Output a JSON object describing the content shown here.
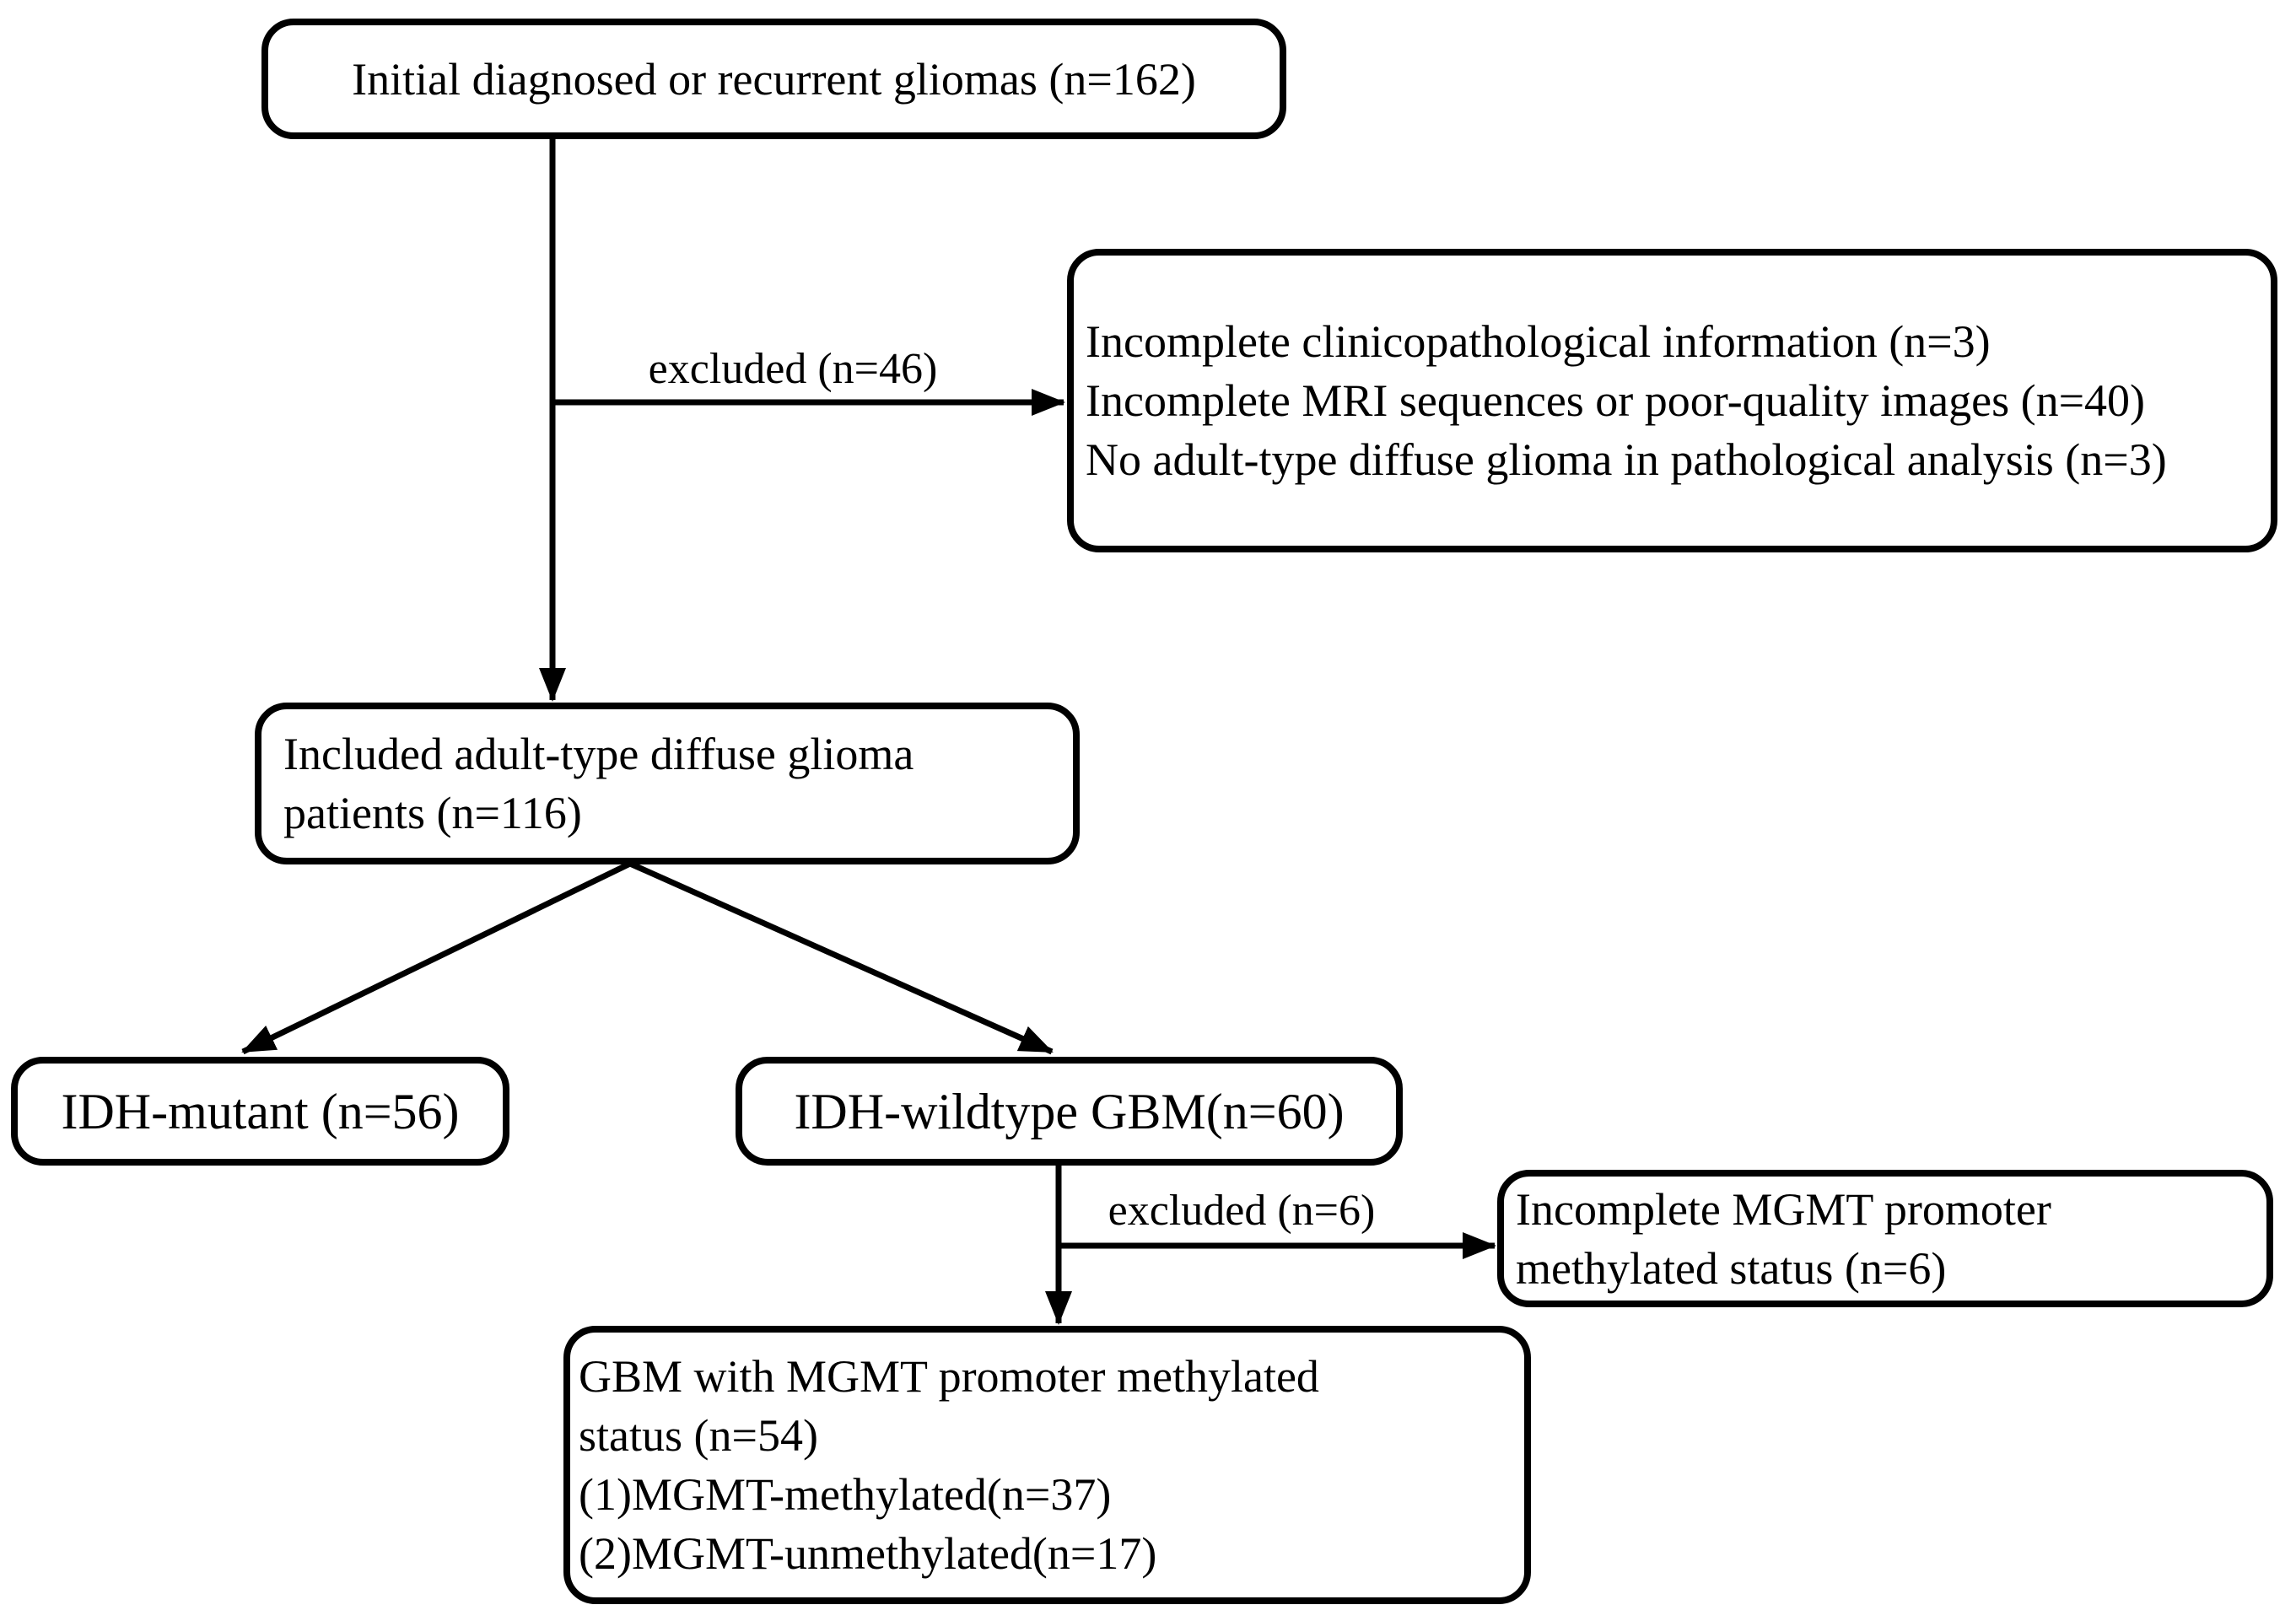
{
  "page": {
    "background_color": "#ffffff",
    "ink_color": "#000000"
  },
  "flowchart": {
    "nodes": {
      "initial": {
        "text": "Initial diagnosed or recurrent gliomas (n=162)"
      },
      "exclusion_criteria": {
        "lines": [
          "Incomplete clinicopathological information (n=3)",
          "Incomplete MRI sequences or poor-quality images (n=40)",
          "No adult-type diffuse glioma in pathological analysis (n=3)"
        ]
      },
      "included": {
        "lines": [
          "Included adult-type diffuse glioma",
          "patients (n=116)"
        ]
      },
      "idh_mutant": {
        "text": "IDH-mutant (n=56)"
      },
      "idh_wildtype": {
        "text": "IDH-wildtype GBM(n=60)"
      },
      "mgmt_exclusion": {
        "lines": [
          "Incomplete MGMT promoter",
          "methylated status (n=6)"
        ]
      },
      "gbm_mgmt_status": {
        "lines": [
          "GBM with MGMT promoter methylated",
          "status (n=54)",
          "(1)MGMT-methylated(n=37)",
          "(2)MGMT-unmethylated(n=17)"
        ]
      }
    },
    "edge_labels": {
      "excluded_46": "excluded (n=46)",
      "excluded_6": "excluded (n=6)"
    }
  }
}
